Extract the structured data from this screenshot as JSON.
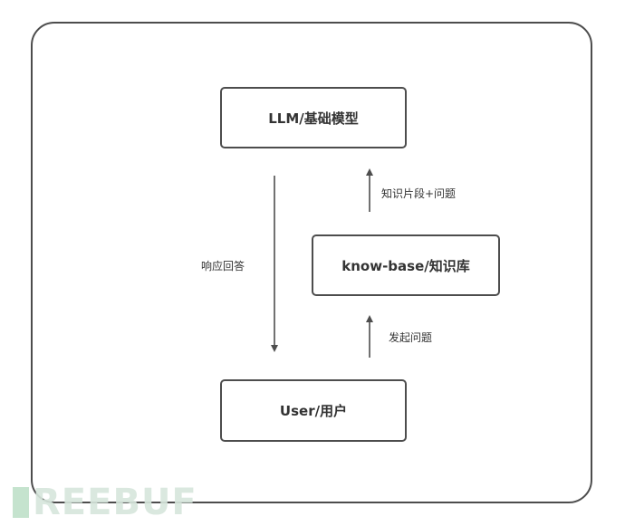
{
  "diagram": {
    "nodes": {
      "llm": {
        "label": "LLM/基础模型"
      },
      "kb": {
        "label": "know-base/知识库"
      },
      "user": {
        "label": "User/用户"
      }
    },
    "edges": [
      {
        "from": "llm",
        "to": "user",
        "label": "响应回答"
      },
      {
        "from": "kb",
        "to": "llm",
        "label": "知识片段+问题"
      },
      {
        "from": "user",
        "to": "kb",
        "label": "发起问题"
      }
    ]
  },
  "watermark": {
    "text": "REEBUF"
  },
  "colors": {
    "stroke": "#4d4d4d",
    "text": "#333333",
    "watermark": "#d7e6dc"
  }
}
